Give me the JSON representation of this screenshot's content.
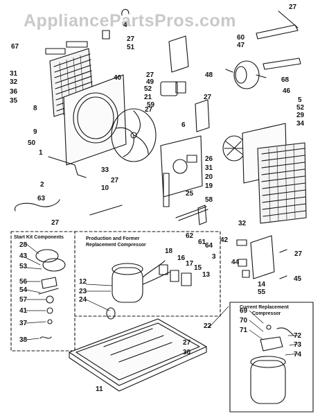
{
  "watermark": "AppliancePartsPros.com",
  "boxes": {
    "start_kit": "Start Kit Components",
    "production_line1": "Production and Former",
    "production_line2": "Replacement Compressor",
    "current_line1": "Current Replacement",
    "current_line2": "Compressor"
  },
  "callouts": [
    {
      "id": "27a",
      "text": "27"
    },
    {
      "id": "67",
      "text": "67"
    },
    {
      "id": "4",
      "text": "4"
    },
    {
      "id": "27b",
      "text": "27"
    },
    {
      "id": "51",
      "text": "51"
    },
    {
      "id": "60",
      "text": "60"
    },
    {
      "id": "47",
      "text": "47"
    },
    {
      "id": "31a",
      "text": "31"
    },
    {
      "id": "32a",
      "text": "32"
    },
    {
      "id": "36",
      "text": "36"
    },
    {
      "id": "35",
      "text": "35"
    },
    {
      "id": "27c",
      "text": "27"
    },
    {
      "id": "40",
      "text": "40"
    },
    {
      "id": "49",
      "text": "49"
    },
    {
      "id": "52a",
      "text": "52"
    },
    {
      "id": "21",
      "text": "21"
    },
    {
      "id": "48",
      "text": "48"
    },
    {
      "id": "68",
      "text": "68"
    },
    {
      "id": "46",
      "text": "46"
    },
    {
      "id": "59",
      "text": "59"
    },
    {
      "id": "27d",
      "text": "27"
    },
    {
      "id": "27e",
      "text": "27"
    },
    {
      "id": "5",
      "text": "5"
    },
    {
      "id": "52b",
      "text": "52"
    },
    {
      "id": "29",
      "text": "29"
    },
    {
      "id": "34",
      "text": "34"
    },
    {
      "id": "8",
      "text": "8"
    },
    {
      "id": "6",
      "text": "6"
    },
    {
      "id": "9",
      "text": "9"
    },
    {
      "id": "50",
      "text": "50"
    },
    {
      "id": "1",
      "text": "1"
    },
    {
      "id": "26",
      "text": "26"
    },
    {
      "id": "31b",
      "text": "31"
    },
    {
      "id": "20",
      "text": "20"
    },
    {
      "id": "19",
      "text": "19"
    },
    {
      "id": "33",
      "text": "33"
    },
    {
      "id": "27f",
      "text": "27"
    },
    {
      "id": "10",
      "text": "10"
    },
    {
      "id": "25",
      "text": "25"
    },
    {
      "id": "2",
      "text": "2"
    },
    {
      "id": "63",
      "text": "63"
    },
    {
      "id": "58",
      "text": "58"
    },
    {
      "id": "27g",
      "text": "27"
    },
    {
      "id": "62",
      "text": "62"
    },
    {
      "id": "61",
      "text": "61"
    },
    {
      "id": "64",
      "text": "64"
    },
    {
      "id": "32b",
      "text": "32"
    },
    {
      "id": "28",
      "text": "28"
    },
    {
      "id": "43",
      "text": "43"
    },
    {
      "id": "53",
      "text": "53"
    },
    {
      "id": "42",
      "text": "42"
    },
    {
      "id": "27h",
      "text": "27"
    },
    {
      "id": "3",
      "text": "3"
    },
    {
      "id": "44",
      "text": "44"
    },
    {
      "id": "18",
      "text": "18"
    },
    {
      "id": "16",
      "text": "16"
    },
    {
      "id": "17",
      "text": "17"
    },
    {
      "id": "15",
      "text": "15"
    },
    {
      "id": "13",
      "text": "13"
    },
    {
      "id": "56",
      "text": "56"
    },
    {
      "id": "54",
      "text": "54"
    },
    {
      "id": "45",
      "text": "45"
    },
    {
      "id": "14",
      "text": "14"
    },
    {
      "id": "55",
      "text": "55"
    },
    {
      "id": "12",
      "text": "12"
    },
    {
      "id": "23",
      "text": "23"
    },
    {
      "id": "24",
      "text": "24"
    },
    {
      "id": "57",
      "text": "57"
    },
    {
      "id": "41",
      "text": "41"
    },
    {
      "id": "37",
      "text": "37"
    },
    {
      "id": "22",
      "text": "22"
    },
    {
      "id": "69",
      "text": "69"
    },
    {
      "id": "70",
      "text": "70"
    },
    {
      "id": "71",
      "text": "71"
    },
    {
      "id": "72",
      "text": "72"
    },
    {
      "id": "73",
      "text": "73"
    },
    {
      "id": "74",
      "text": "74"
    },
    {
      "id": "38",
      "text": "38"
    },
    {
      "id": "27i",
      "text": "27"
    },
    {
      "id": "30",
      "text": "30"
    },
    {
      "id": "11",
      "text": "11"
    }
  ]
}
